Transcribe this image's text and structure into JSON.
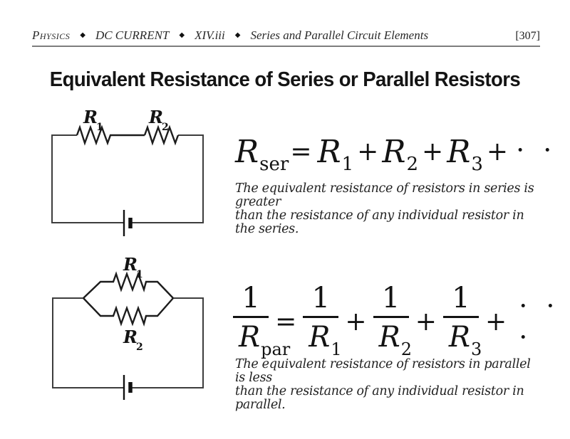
{
  "header": {
    "course": "Physics",
    "unit": "DC CURRENT",
    "section": "XIV.iii",
    "topic": "Series and Parallel Circuit Elements",
    "separator": "◆",
    "page_number": "[307]"
  },
  "title": "Equivalent Resistance of Series or Parallel Resistors",
  "series_section": {
    "circuit": {
      "r1_base": "R",
      "r1_sub": "1",
      "r2_base": "R",
      "r2_sub": "2"
    },
    "equation": {
      "lhs_base": "R",
      "lhs_sub": "ser",
      "equals_sign": "=",
      "plus_sign": "+",
      "terms": [
        {
          "base": "R",
          "sub": "1"
        },
        {
          "base": "R",
          "sub": "2"
        },
        {
          "base": "R",
          "sub": "3"
        }
      ],
      "ellipsis": "· · ·"
    },
    "caption_line1": "The equivalent resistance of resistors in series is greater",
    "caption_line2": "than the resistance of any individual resistor in the series."
  },
  "parallel_section": {
    "circuit": {
      "r1_base": "R",
      "r1_sub": "1",
      "r2_base": "R",
      "r2_sub": "2"
    },
    "equation": {
      "lhs_num": "1",
      "lhs_den_base": "R",
      "lhs_den_sub": "par",
      "equals_sign": "=",
      "plus_sign": "+",
      "terms": [
        {
          "num": "1",
          "den_base": "R",
          "den_sub": "1"
        },
        {
          "num": "1",
          "den_base": "R",
          "den_sub": "2"
        },
        {
          "num": "1",
          "den_base": "R",
          "den_sub": "3"
        }
      ],
      "ellipsis": "· · ·"
    },
    "caption_line1": "The equivalent resistance of resistors in parallel is less",
    "caption_line2": "than the resistance of any individual resistor in parallel."
  }
}
